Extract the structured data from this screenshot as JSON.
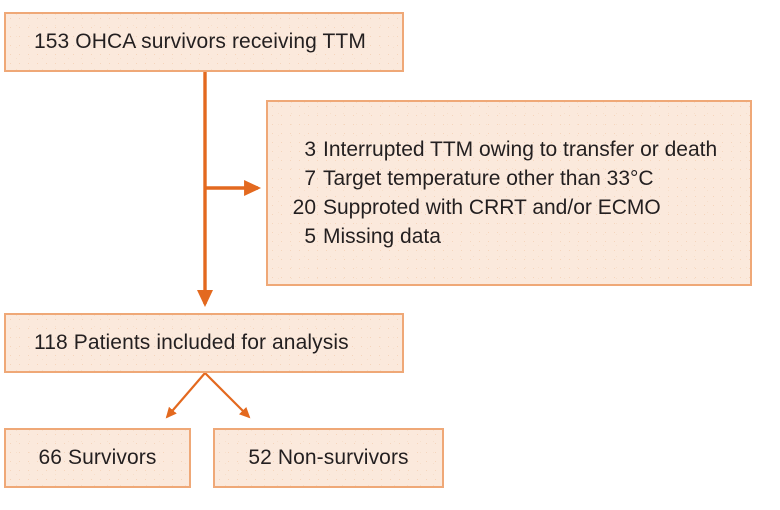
{
  "figure": {
    "type": "flowchart",
    "kind": "patient-enrollment-flow-diagram",
    "colors": {
      "box_fill": "#fbe9dc",
      "box_border": "#efa877",
      "arrow": "#e3691f",
      "text": "#231f20",
      "background": "#ffffff"
    }
  },
  "nodes": {
    "enrolled": {
      "label": "153 OHCA survivors receiving TTM",
      "count": 153
    },
    "included": {
      "label": "118 Patients included for analysis",
      "count": 118
    },
    "survivors": {
      "label": "66 Survivors",
      "count": 66
    },
    "non_survivors": {
      "label": "52 Non-survivors",
      "count": 52
    }
  },
  "excluded": {
    "items": [
      {
        "count": "3",
        "reason": "Interrupted TTM owing to transfer or death"
      },
      {
        "count": "7",
        "reason": "Target temperature other than 33°C"
      },
      {
        "count": "20",
        "reason": "Supproted with CRRT and/or ECMO"
      },
      {
        "count": "5",
        "reason": "Missing data"
      }
    ]
  },
  "connectors": [
    {
      "name": "enrolled-to-excluded",
      "style": "elbow-right-arrow"
    },
    {
      "name": "enrolled-to-included",
      "style": "straight-down-arrow"
    },
    {
      "name": "included-to-survivors",
      "style": "diagonal-down-left-arrow"
    },
    {
      "name": "included-to-non-survivors",
      "style": "diagonal-down-right-arrow"
    }
  ]
}
